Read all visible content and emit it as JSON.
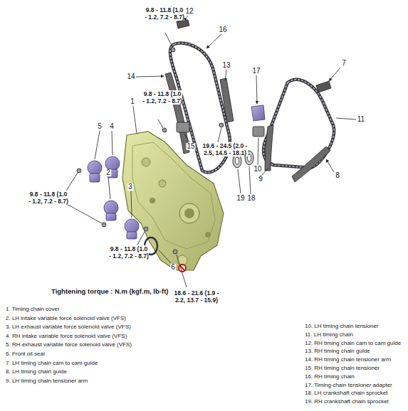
{
  "diagram": {
    "labels": [
      "12",
      "9.8 - 11.8 (1.0 - 1.2, 7.2 - 8.7)",
      "16",
      "14",
      "13",
      "17",
      "7",
      "1",
      "9.8 - 11.8 (1.0 - 1.2, 7.2 - 8.7)",
      "11",
      "5",
      "4",
      "15",
      "19.6 - 24.5 (2.0 - 2.5, 14.5 - 18.1)",
      "10",
      "9",
      "8",
      "2",
      "19",
      "18",
      "9.8 - 11.8 (1.0 - 1.2, 7.2 - 8.7)",
      "3",
      "9.8 - 11.8 (1.0 - 1.2, 7.2 - 8.7)",
      "6",
      "18.6 - 21.6 (1.9 - 2.2, 13.7 - 15.9)",
      "Tightening torque : N.m (kgf.m, lb-ft)",
      "1. Timing chain cover",
      "2. LH intake variable force solenoid valve (VFS)",
      "3. LH exhaust variable force solenoid valve (VFS)",
      "4. RH intake variable force solenoid valve (VFS)",
      "5. RH exhaust variable force solenoid valve (VFS)",
      "6. Front oil seal",
      "7. LH timing chain cam to cam guide",
      "8. LH timing chain guide",
      "9. LH timing chain tensioner arm",
      "10. LH timing chain tensioner",
      "11. LH timing chain",
      "12. RH timing chain cam to cam guide",
      "13. RH timing chain guide",
      "14. RH timing chain tensioner arm",
      "15. RH timing chain tensioner",
      "16. RH timing chain",
      "17. Timing chain tensioner adapter",
      "18. LH crankshaft chain sprocket",
      "19. RH crankshaft chain sprocket"
    ]
  }
}
